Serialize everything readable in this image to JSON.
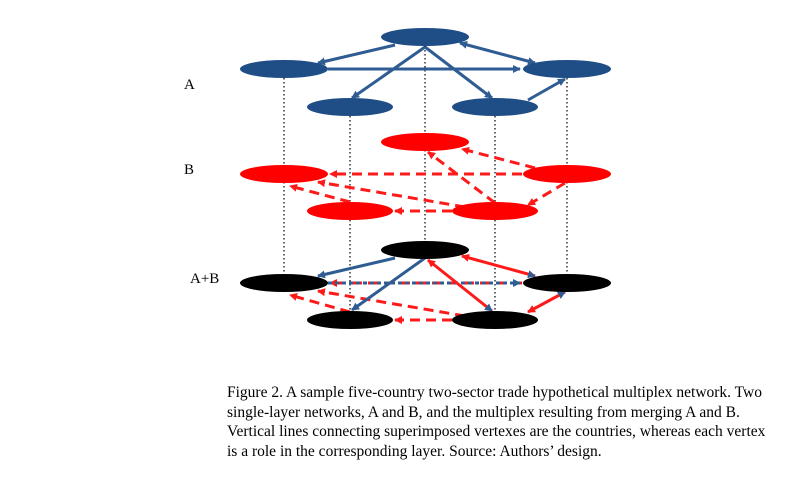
{
  "layers": [
    {
      "label": "A",
      "color": "#1f4e87"
    },
    {
      "label": "B",
      "color": "#ff0000"
    },
    {
      "label": "A+B",
      "color": "#000000"
    }
  ],
  "caption": [
    "Figure 2. A sample five-country two-sector trade hypothetical multiplex network. Two",
    "single-layer networks, A and B, and the multiplex resulting from merging A and B.",
    "Vertical lines connecting superimposed vertexes are the countries, whereas each vertex",
    "is a role in the corresponding layer. Source: Authors’ design."
  ]
}
